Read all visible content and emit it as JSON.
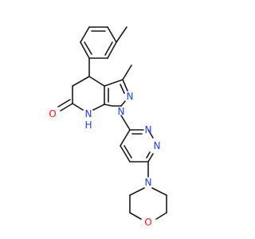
{
  "molecule": {
    "atoms": {
      "O_ketone": {
        "label": "O",
        "color": "#ff1a1a"
      },
      "NH": {
        "label": "N",
        "h_label": "H",
        "color": "#1f3fff"
      },
      "N1": {
        "label": "N",
        "color": "#1f3fff"
      },
      "N2": {
        "label": "N",
        "color": "#1f3fff"
      },
      "N_pyridazine_a": {
        "label": "N",
        "color": "#1f3fff"
      },
      "N_pyridazine_b": {
        "label": "N",
        "color": "#1f3fff"
      },
      "N_morpholine": {
        "label": "N",
        "color": "#1f3fff"
      },
      "O_morpholine": {
        "label": "O",
        "color": "#ff1a1a"
      }
    },
    "colors": {
      "bond": "#1a1a1a",
      "nitrogen": "#1f3fff",
      "oxygen": "#ff1a1a",
      "background": "#ffffff"
    }
  }
}
